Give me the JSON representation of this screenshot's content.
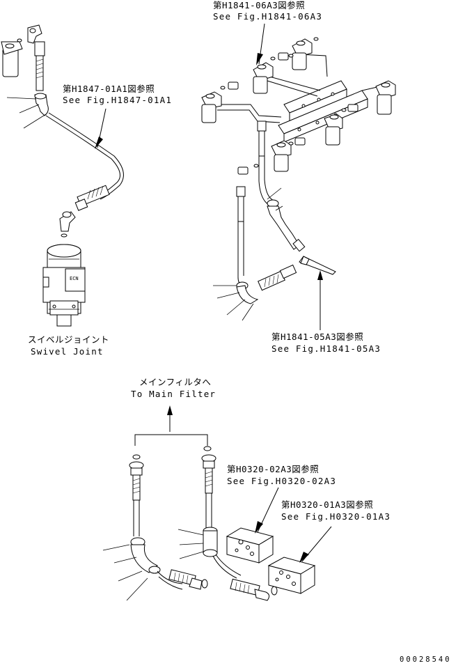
{
  "refs": [
    {
      "jp": "第H1841-06A3図参照",
      "en": "See Fig.H1841-06A3"
    },
    {
      "jp": "第H1847-01A1図参照",
      "en": "See Fig.H1847-01A1"
    },
    {
      "jp": "第H1841-05A3図参照",
      "en": "See Fig.H1841-05A3"
    },
    {
      "jp": "第H0320-02A3図参照",
      "en": "See Fig.H0320-02A3"
    },
    {
      "jp": "第H0320-01A3図参照",
      "en": "See Fig.H0320-01A3"
    }
  ],
  "swivel_joint": {
    "jp": "スイベルジョイント",
    "en": "Swivel Joint"
  },
  "main_filter": {
    "jp": "メインフィルタへ",
    "en": "To Main Filter"
  },
  "part_number": "00028540"
}
